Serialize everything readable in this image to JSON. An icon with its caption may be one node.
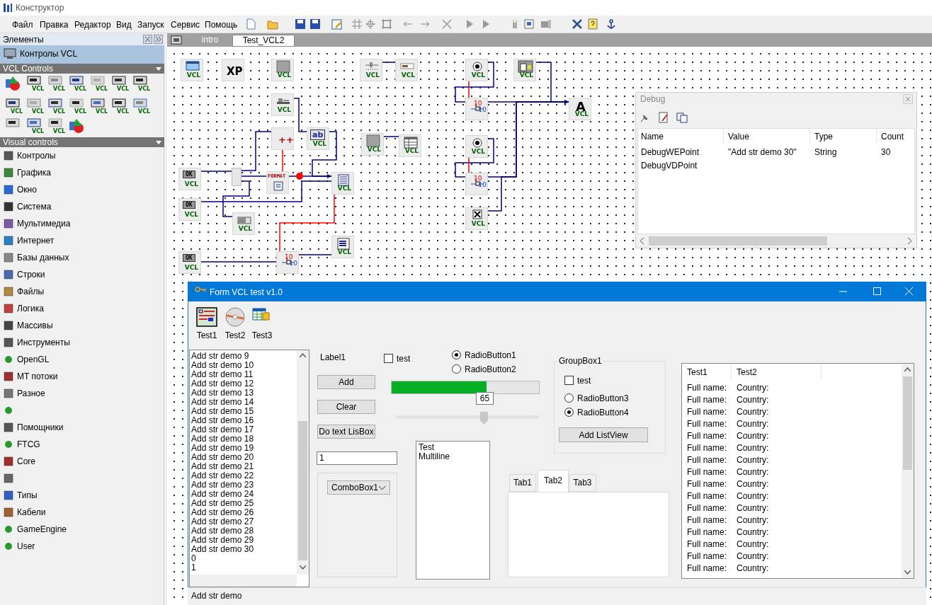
{
  "diagram": {
    "title": "Конструктор",
    "nodes": [
      {
        "text": [
          "VCL"
        ]
      },
      {
        "text": [
          "XP"
        ]
      },
      {
        "text": [
          "VCL"
        ]
      },
      {
        "text": [
          "VCL"
        ]
      },
      {
        "text": [
          "++"
        ]
      },
      {
        "text": [
          "ab",
          "VCL"
        ]
      },
      {
        "text": [
          "OK",
          "VCL"
        ]
      },
      {
        "text": [],
        "shape": "box"
      },
      {
        "text": [
          "FORMAT"
        ]
      },
      {
        "text": [],
        "shape": "circle"
      },
      {
        "text": [
          "VCL"
        ]
      },
      {
        "text": [
          "OK",
          "VCL"
        ]
      },
      {
        "text": [
          "VCL"
        ]
      },
      {
        "text": [
          "OK",
          "VCL"
        ]
      },
      {
        "text": [
          "10",
          "10"
        ]
      },
      {
        "text": [
          "VCL"
        ]
      },
      {
        "text": [
          "VCL"
        ]
      },
      {
        "text": [
          "VCL"
        ]
      },
      {
        "text": [
          "VCL"
        ]
      },
      {
        "text": [
          "VCL"
        ]
      },
      {
        "text": [
          "VCL"
        ]
      },
      {
        "text": [
          "10",
          "10"
        ]
      },
      {
        "text": [
          "VCL"
        ]
      },
      {
        "text": [
          "A",
          "VCL"
        ]
      },
      {
        "text": [
          "VCL"
        ]
      },
      {
        "text": [
          "10",
          "10"
        ]
      },
      {
        "text": [
          "VCL"
        ]
      }
    ],
    "edges": [
      {
        "from": 6,
        "to": 7,
        "arrow": "none"
      },
      {
        "from": 7,
        "to": 4,
        "arrow": "none"
      },
      {
        "from": 7,
        "to": 8,
        "arrow": "none"
      },
      {
        "from": 7,
        "to": 12,
        "arrow": "none"
      },
      {
        "from": 3,
        "to": 5,
        "arrow": "none"
      },
      {
        "from": 5,
        "to": 10,
        "arrow": "to"
      },
      {
        "from": 8,
        "to": 9,
        "arrow": "none"
      },
      {
        "from": 9,
        "to": 10,
        "arrow": "none"
      },
      {
        "from": 4,
        "to": 8,
        "arrow": "none",
        "color": "#ff0000"
      },
      {
        "from": 11,
        "to": 10,
        "arrow": "none"
      },
      {
        "from": 13,
        "to": 14,
        "arrow": "none"
      },
      {
        "from": 14,
        "to": 15,
        "arrow": "none"
      },
      {
        "from": 10,
        "to": 14,
        "arrow": "none",
        "color": "#ff0000"
      },
      {
        "from": 16,
        "to": 17,
        "arrow": "none"
      },
      {
        "from": 18,
        "to": 19,
        "arrow": "none"
      },
      {
        "from": 20,
        "to": 21,
        "arrow": "none"
      },
      {
        "from": 20,
        "to": 21,
        "arrow": "none",
        "color": "#ff0000"
      },
      {
        "from": 21,
        "to": 23,
        "arrow": "none"
      },
      {
        "from": 22,
        "to": 23,
        "arrow": "to"
      },
      {
        "from": 24,
        "to": 25,
        "arrow": "none"
      },
      {
        "from": 24,
        "to": 25,
        "arrow": "none",
        "color": "#ff0000"
      },
      {
        "from": 25,
        "to": 23,
        "arrow": "to"
      },
      {
        "from": 26,
        "to": 23,
        "arrow": "to"
      }
    ],
    "labels": [
      "Файл",
      "Правка",
      "Редактор",
      "Вид",
      "Запуск",
      "Сервис",
      "Помощь",
      "Элементы",
      "Контролы VCL",
      "VCL Controls",
      "VCL",
      "VCL",
      "VCL",
      "VCL",
      "VCL",
      "VCL",
      "VCL",
      "VCL",
      "VCL",
      "VCL",
      "VCL",
      "VCL",
      "VCL",
      "VCL",
      "VCL",
      "Visual controls",
      "Контролы",
      "Графика",
      "Окно",
      "Система",
      "Мультимедиа",
      "Интернет",
      "Базы данных",
      "Строки",
      "Файлы",
      "Логика",
      "Массивы",
      "Инструменты",
      "OpenGL",
      "MT потоки",
      "Разное",
      "Помощники",
      "FTCG",
      "Core",
      "Типы",
      "Кабели",
      "GameEngine",
      "User",
      "intro",
      "Test_VCL2",
      "Debug",
      "Name",
      "Value",
      "Type",
      "Count",
      "DebugWEPoint",
      "\"Add str demo 30\"",
      "String",
      "30",
      "DebugVDPoint",
      "Form VCL test v1.0",
      "Test1",
      "Test2",
      "Test3",
      "Add str demo 9",
      "Add str demo 10",
      "Add str demo 11",
      "Add str demo 12",
      "Add str demo 13",
      "Add str demo 14",
      "Add str demo 15",
      "Add str demo 16",
      "Add str demo 17",
      "Add str demo 18",
      "Add str demo 19",
      "Add str demo 20",
      "Add str demo 21",
      "Add str demo 22",
      "Add str demo 23",
      "Add str demo 24",
      "Add str demo 25",
      "Add str demo 26",
      "Add str demo 27",
      "Add str demo 28",
      "Add str demo 29",
      "Add str demo 30",
      "0",
      "1",
      "Label1",
      "test",
      "RadioButton1",
      "RadioButton2",
      "Add",
      "Clear",
      "Do text LisBox",
      "65",
      "1",
      "ComboBox1",
      "Test",
      "Multiline",
      "GroupBox1",
      "test",
      "RadioButton3",
      "RadioButton4",
      "Add ListView",
      "Tab1",
      "Tab2",
      "Tab3",
      "Test1",
      "Test2",
      "Full name:",
      "Country:",
      "Full name:",
      "Country:",
      "Full name:",
      "Country:",
      "Full name:",
      "Country:",
      "Full name:",
      "Country:",
      "Full name:",
      "Country:",
      "Full name:",
      "Country:",
      "Full name:",
      "Country:",
      "Full name:",
      "Country:",
      "Full name:",
      "Country:",
      "Full name:",
      "Country:",
      "Full name:",
      "Country:",
      "Full name:",
      "Country:",
      "Full name:",
      "Country:",
      "Full name:",
      "Country:",
      "Full name:",
      "Country:",
      "Add str demo"
    ]
  }
}
